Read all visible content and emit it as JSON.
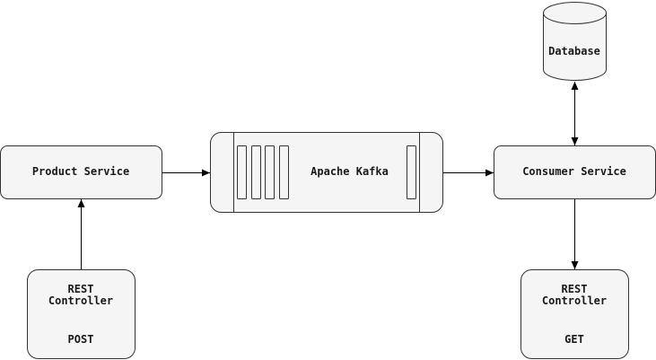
{
  "nodes": {
    "product_service": {
      "label": "Product Service"
    },
    "kafka": {
      "label": "Apache Kafka"
    },
    "consumer_service": {
      "label": "Consumer Service"
    },
    "database": {
      "label": "Database"
    },
    "rest_left": {
      "title_line1": "REST",
      "title_line2": "Controller",
      "method": "POST"
    },
    "rest_right": {
      "title_line1": "REST",
      "title_line2": "Controller",
      "method": "GET"
    }
  },
  "colors": {
    "node_fill": "#f5f5f5",
    "stroke": "#333333",
    "arrow": "#000000",
    "background": "#ffffff"
  }
}
